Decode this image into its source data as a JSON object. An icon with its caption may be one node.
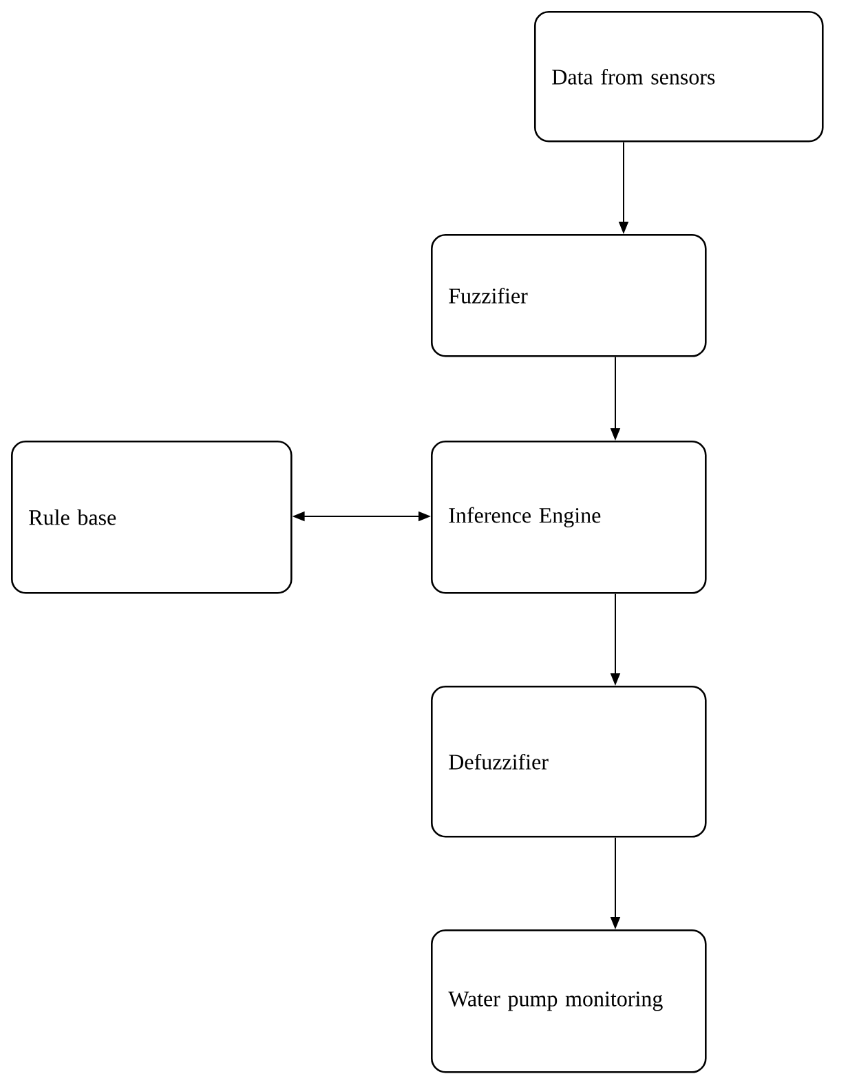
{
  "diagram": {
    "nodes": [
      {
        "text": [
          "Data from sensors"
        ]
      },
      {
        "text": [
          "Fuzzifier"
        ]
      },
      {
        "text": [
          "Rule base"
        ]
      },
      {
        "text": [
          "Inference Engine"
        ]
      },
      {
        "text": [
          "Defuzzifier"
        ]
      },
      {
        "text": [
          "Water pump monitoring"
        ]
      }
    ],
    "edges": [
      {
        "from": 0,
        "to": 1,
        "arrow": "to"
      },
      {
        "from": 1,
        "to": 3,
        "arrow": "to"
      },
      {
        "from": 2,
        "to": 3,
        "arrow": "both"
      },
      {
        "from": 3,
        "to": 4,
        "arrow": "to"
      },
      {
        "from": 4,
        "to": 5,
        "arrow": "to"
      }
    ]
  }
}
